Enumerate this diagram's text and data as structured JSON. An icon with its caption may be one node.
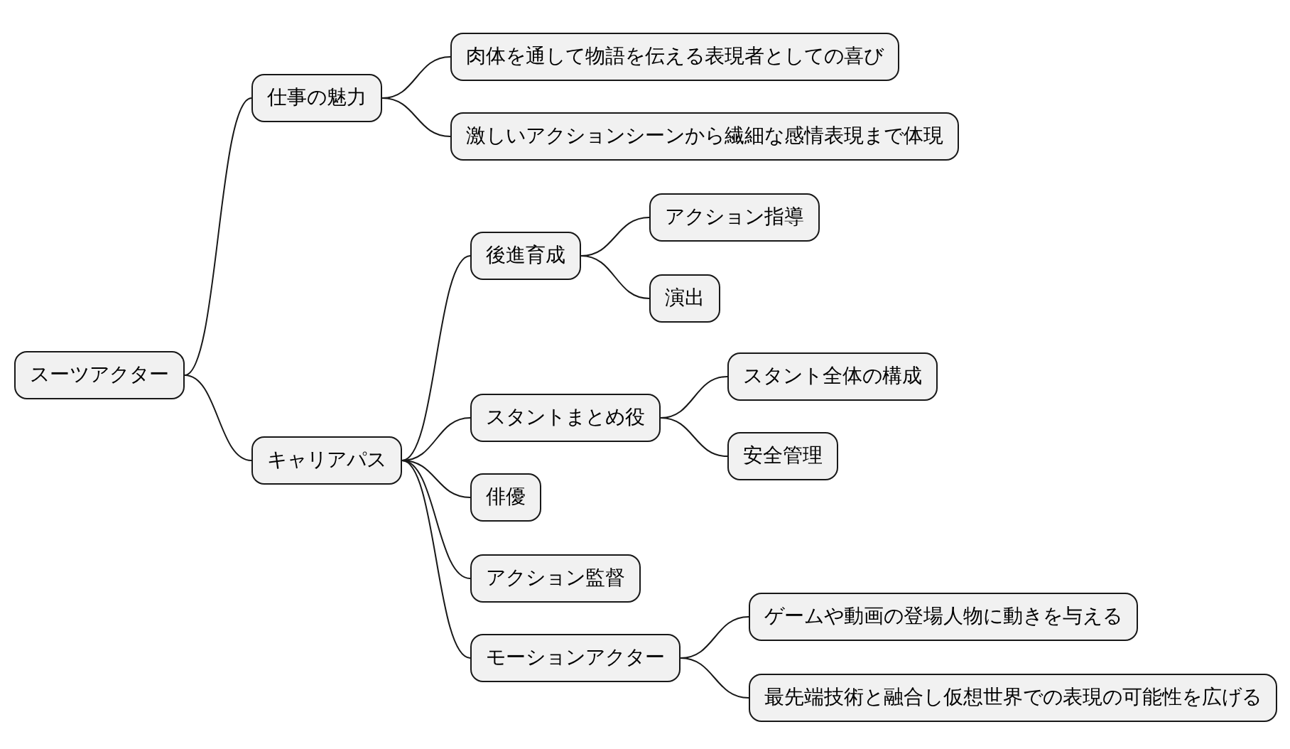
{
  "diagram": {
    "nodes": [
      {
        "text": [
          "スーツアクター"
        ]
      },
      {
        "text": [
          "仕事の魅力"
        ]
      },
      {
        "text": [
          "肉体を通して物語を伝える表現者としての喜び"
        ]
      },
      {
        "text": [
          "激しいアクションシーンから繊細な感情表現まで体現"
        ]
      },
      {
        "text": [
          "キャリアパス"
        ]
      },
      {
        "text": [
          "後進育成"
        ]
      },
      {
        "text": [
          "アクション指導"
        ]
      },
      {
        "text": [
          "演出"
        ]
      },
      {
        "text": [
          "スタントまとめ役"
        ]
      },
      {
        "text": [
          "スタント全体の構成"
        ]
      },
      {
        "text": [
          "安全管理"
        ]
      },
      {
        "text": [
          "俳優"
        ]
      },
      {
        "text": [
          "アクション監督"
        ]
      },
      {
        "text": [
          "モーションアクター"
        ]
      },
      {
        "text": [
          "ゲームや動画の登場人物に動きを与える"
        ]
      },
      {
        "text": [
          "最先端技術と融合し仮想世界での表現の可能性を広げる"
        ]
      }
    ],
    "edges": [
      {
        "from": 0,
        "to": 1,
        "arrow": "none"
      },
      {
        "from": 1,
        "to": 2,
        "arrow": "none"
      },
      {
        "from": 1,
        "to": 3,
        "arrow": "none"
      },
      {
        "from": 0,
        "to": 4,
        "arrow": "none"
      },
      {
        "from": 4,
        "to": 5,
        "arrow": "none"
      },
      {
        "from": 5,
        "to": 6,
        "arrow": "none"
      },
      {
        "from": 5,
        "to": 7,
        "arrow": "none"
      },
      {
        "from": 4,
        "to": 8,
        "arrow": "none"
      },
      {
        "from": 8,
        "to": 9,
        "arrow": "none"
      },
      {
        "from": 8,
        "to": 10,
        "arrow": "none"
      },
      {
        "from": 4,
        "to": 11,
        "arrow": "none"
      },
      {
        "from": 4,
        "to": 12,
        "arrow": "none"
      },
      {
        "from": 4,
        "to": 13,
        "arrow": "none"
      },
      {
        "from": 13,
        "to": 14,
        "arrow": "none"
      },
      {
        "from": 13,
        "to": 15,
        "arrow": "none"
      }
    ]
  }
}
